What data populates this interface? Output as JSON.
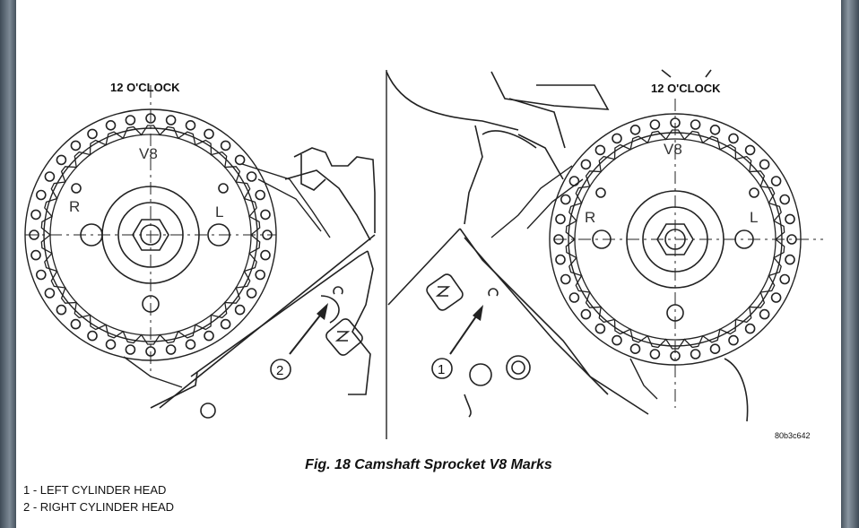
{
  "figure": {
    "caption": "Fig. 18 Camshaft Sprocket V8 Marks",
    "legend": [
      "1 - LEFT CYLINDER HEAD",
      "2 - RIGHT CYLINDER HEAD"
    ],
    "code": "80b3c642"
  },
  "left_view": {
    "clock_label": "12 O'CLOCK",
    "mark_v8": "V8",
    "mark_r": "R",
    "mark_l": "L",
    "callout": "2"
  },
  "right_view": {
    "clock_label": "12 O'CLOCK",
    "mark_v8": "V8",
    "mark_r": "R",
    "mark_l": "L",
    "callout": "1"
  }
}
